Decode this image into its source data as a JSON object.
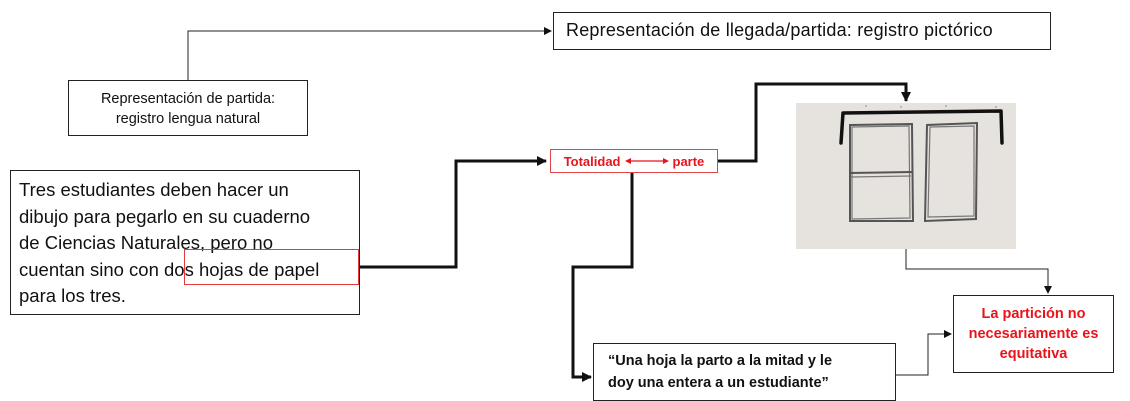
{
  "arrival_box": {
    "text": "Representación de llegada/partida: registro pictórico"
  },
  "departure_box": {
    "line1": "Representación de partida:",
    "line2": "registro lengua natural"
  },
  "problem_box": {
    "lines": [
      "Tres estudiantes deben hacer un",
      "dibujo para pegarlo en su cuaderno",
      "de Ciencias Naturales, pero no",
      "cuentan sino con dos hojas de papel",
      "para los tres."
    ]
  },
  "relation_box": {
    "left": "Totalidad",
    "right": "parte"
  },
  "quote_box": {
    "line1": "“Una hoja la parto a la mitad y le",
    "line2": "doy una entera a un estudiante”"
  },
  "conclusion_box": {
    "line1": "La partición no",
    "line2": "necesariamente es",
    "line3": "equitativa"
  },
  "colors": {
    "accent_red": "#e8141b",
    "outline_red": "#e23b3b",
    "text": "#111111"
  },
  "photo": {
    "description_icon": "hand-drawn-sheets-partition-image"
  }
}
